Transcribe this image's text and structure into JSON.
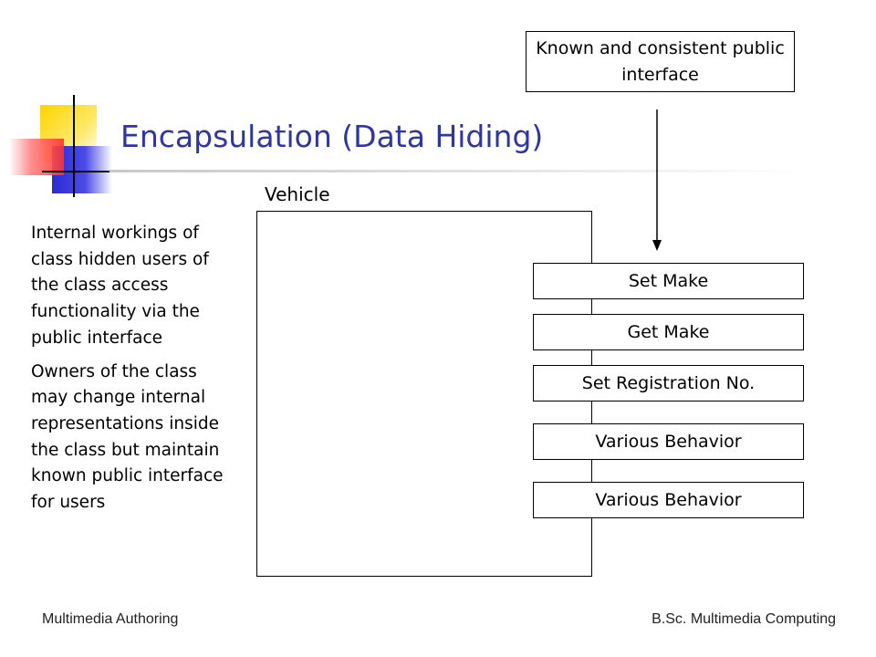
{
  "slide": {
    "title": "Encapsulation (Data Hiding)",
    "callout": "Known and consistent public interface",
    "class_label": "Vehicle",
    "methods": [
      "Set Make",
      "Get Make",
      "Set Registration No.",
      "Various Behavior",
      "Various Behavior"
    ],
    "notes": [
      "Internal workings of class hidden users of the class access functionality via the public interface",
      "Owners of the class may change internal representations inside the class but maintain known public interface for users"
    ]
  },
  "footer": {
    "left": "Multimedia Authoring",
    "right": "B.Sc. Multimedia Computing"
  },
  "colors": {
    "title": "#2e35a6",
    "logo_yellow": "#ffd400",
    "logo_blue": "#2b2bd6",
    "logo_red": "#ff3030"
  }
}
